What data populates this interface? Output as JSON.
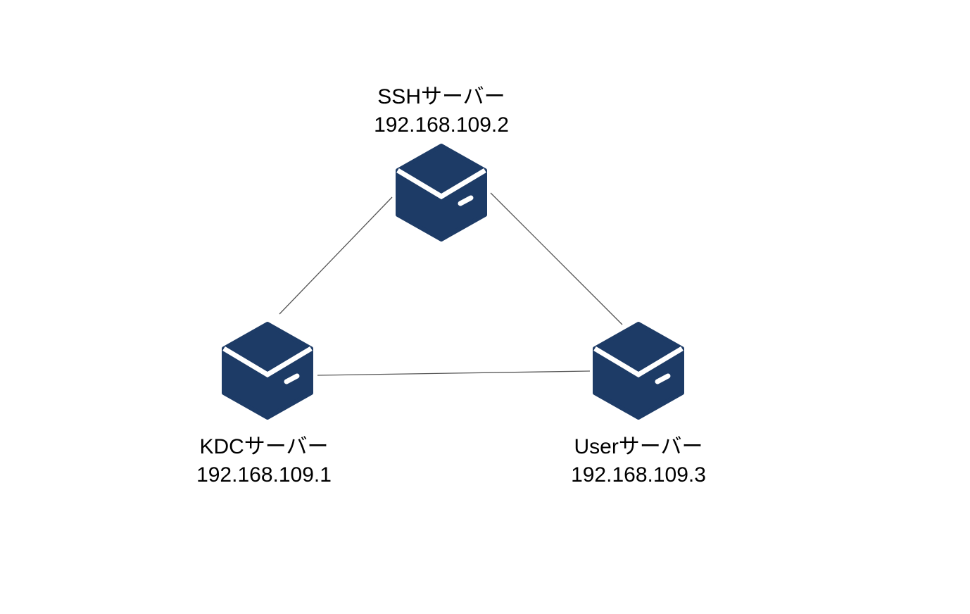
{
  "colors": {
    "background": "#ffffff",
    "server_icon_fill": "#1d3b66",
    "server_icon_highlight": "#ffffff",
    "connection_line": "#555555",
    "label_text": "#000000"
  },
  "icon": "server-box-icon",
  "servers": [
    {
      "id": "ssh",
      "name": "SSHサーバー",
      "ip": "192.168.109.2"
    },
    {
      "id": "kdc",
      "name": "KDCサーバー",
      "ip": "192.168.109.1"
    },
    {
      "id": "user",
      "name": "Userサーバー",
      "ip": "192.168.109.3"
    }
  ],
  "connections": [
    {
      "from": "ssh",
      "to": "kdc"
    },
    {
      "from": "ssh",
      "to": "user"
    },
    {
      "from": "kdc",
      "to": "user"
    }
  ]
}
